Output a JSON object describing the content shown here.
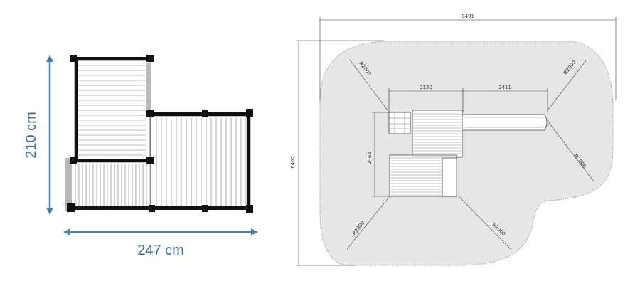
{
  "left_plan": {
    "height_label": "210 cm",
    "width_label": "247 cm",
    "accent_color": "#4a7fa6"
  },
  "right_plan": {
    "overall_width": "8491",
    "overall_height": "6467",
    "segment_left": "2120",
    "segment_right": "2411",
    "inner_height": "2466",
    "radius_top_left": "R2000",
    "radius_top_right": "R2000",
    "radius_right": "R2000",
    "radius_bottom_left": "R2000",
    "radius_bottom_right": "R2000",
    "safety_zone_color": "#e6e6e6"
  }
}
